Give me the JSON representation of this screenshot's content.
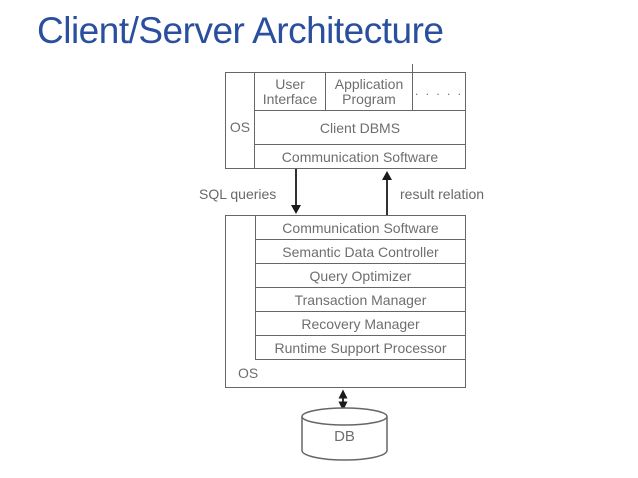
{
  "title": "Client/Server Architecture",
  "client": {
    "os_label": "OS",
    "top_cells": [
      "User Interface",
      "Application Program",
      ". . . . ."
    ],
    "dbms_label": "Client DBMS",
    "comm_label": "Communication Software"
  },
  "links": {
    "sql_label": "SQL queries",
    "result_label": "result relation"
  },
  "server": {
    "modules": [
      "Communication Software",
      "Semantic Data Controller",
      "Query Optimizer",
      "Transaction Manager",
      "Recovery Manager",
      "Runtime Support Processor"
    ],
    "os_label": "OS"
  },
  "database": {
    "label": "DB"
  },
  "colors": {
    "title_blue": "#2a4f9e",
    "box_border": "#666666",
    "box_text": "#6e6e6e",
    "arrow_black": "#1b1b1b"
  }
}
